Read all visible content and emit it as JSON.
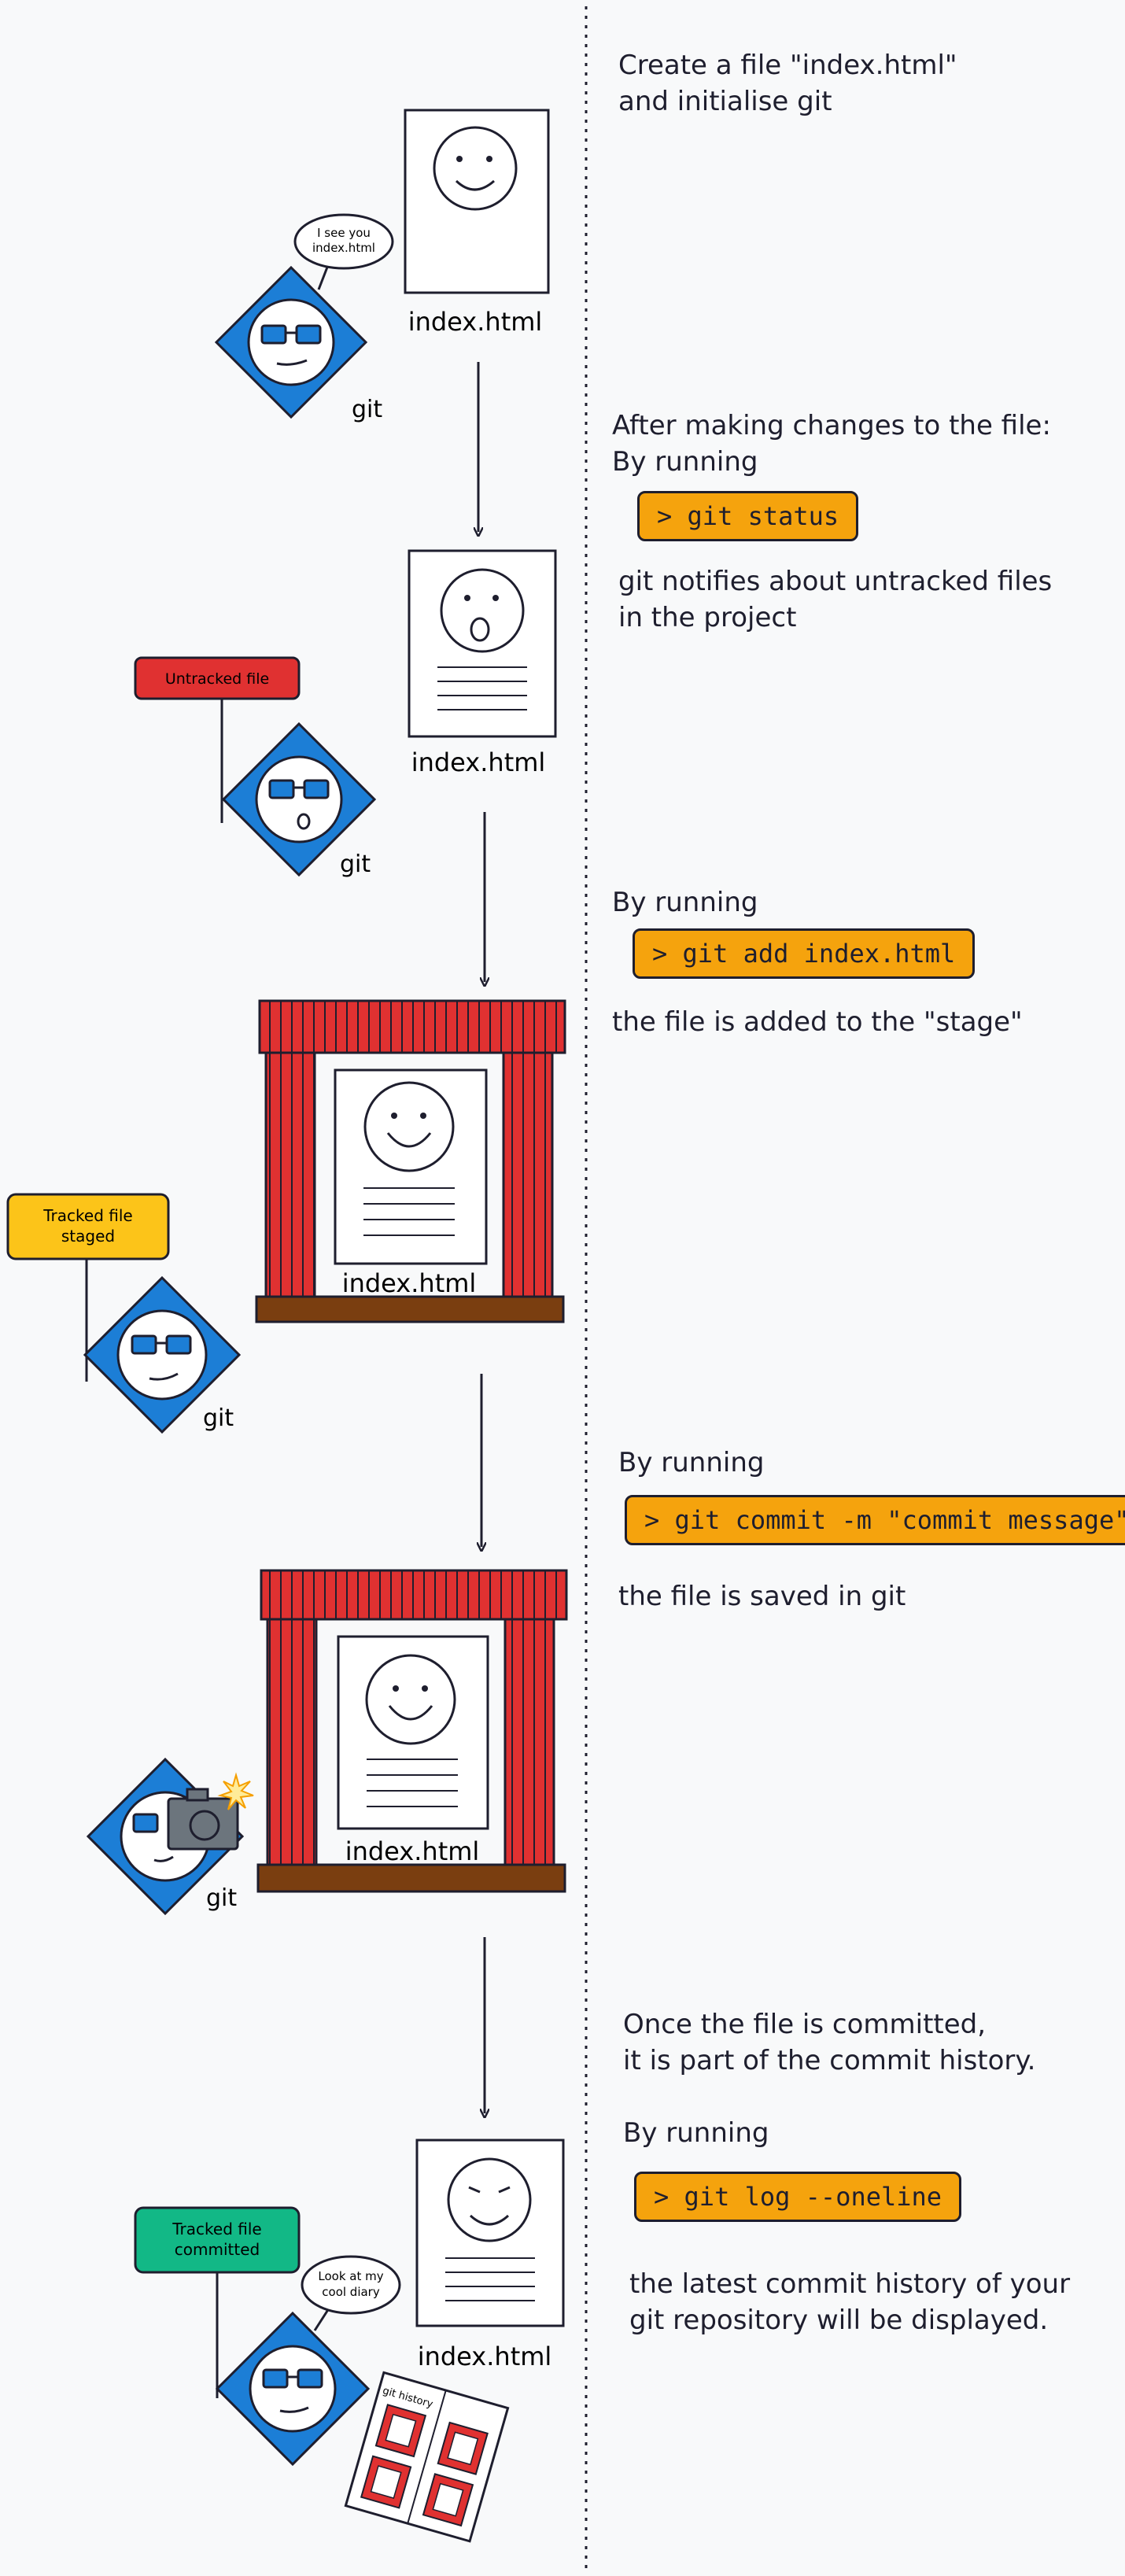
{
  "colors": {
    "stroke": "#1e1e2e",
    "git_blue": "#1c7ed6",
    "curtain_red": "#e03131",
    "stage_floor": "#7a3e10",
    "command_bg": "#f5a30d",
    "untracked_tag": "#e03131",
    "staged_tag": "#fcc419",
    "committed_tag": "#12b886",
    "camera": "#6c757d",
    "flash": "#ffec99"
  },
  "icons": [
    "git-mascot-icon",
    "smiley-face-icon",
    "camera-icon",
    "flash-icon",
    "diary-icon"
  ],
  "steps": [
    {
      "note_lines": [
        "Create a file \"index.html\"",
        "and initialise git"
      ],
      "bubble_lines": [
        "I see you",
        "index.html"
      ],
      "file_label": "index.html",
      "git_label": "git"
    },
    {
      "note_lines": [
        "After making changes to the file:",
        "By running"
      ],
      "command": "> git status",
      "after_lines": [
        "git notifies about untracked files",
        "in the project"
      ],
      "tag": "Untracked file",
      "file_label": "index.html",
      "git_label": "git"
    },
    {
      "note_lines": [
        "By running"
      ],
      "command": "> git add index.html",
      "after_lines": [
        "the file is added to the \"stage\""
      ],
      "tag_lines": [
        "Tracked file",
        "staged"
      ],
      "file_label": "index.html",
      "git_label": "git"
    },
    {
      "note_lines": [
        "By running"
      ],
      "command": "> git commit -m \"commit message\"",
      "after_lines": [
        "the file is saved in git"
      ],
      "file_label": "index.html",
      "git_label": "git"
    },
    {
      "note_lines": [
        "Once the file is committed,",
        "it is part of the commit history.",
        "",
        "By running"
      ],
      "command": "> git log --oneline",
      "after_lines": [
        "the latest commit history of your",
        "git repository will be displayed."
      ],
      "tag_lines": [
        "Tracked file",
        "committed"
      ],
      "bubble_lines": [
        "Look at my",
        "cool diary"
      ],
      "diary_title": "git history",
      "file_label": "index.html"
    }
  ]
}
